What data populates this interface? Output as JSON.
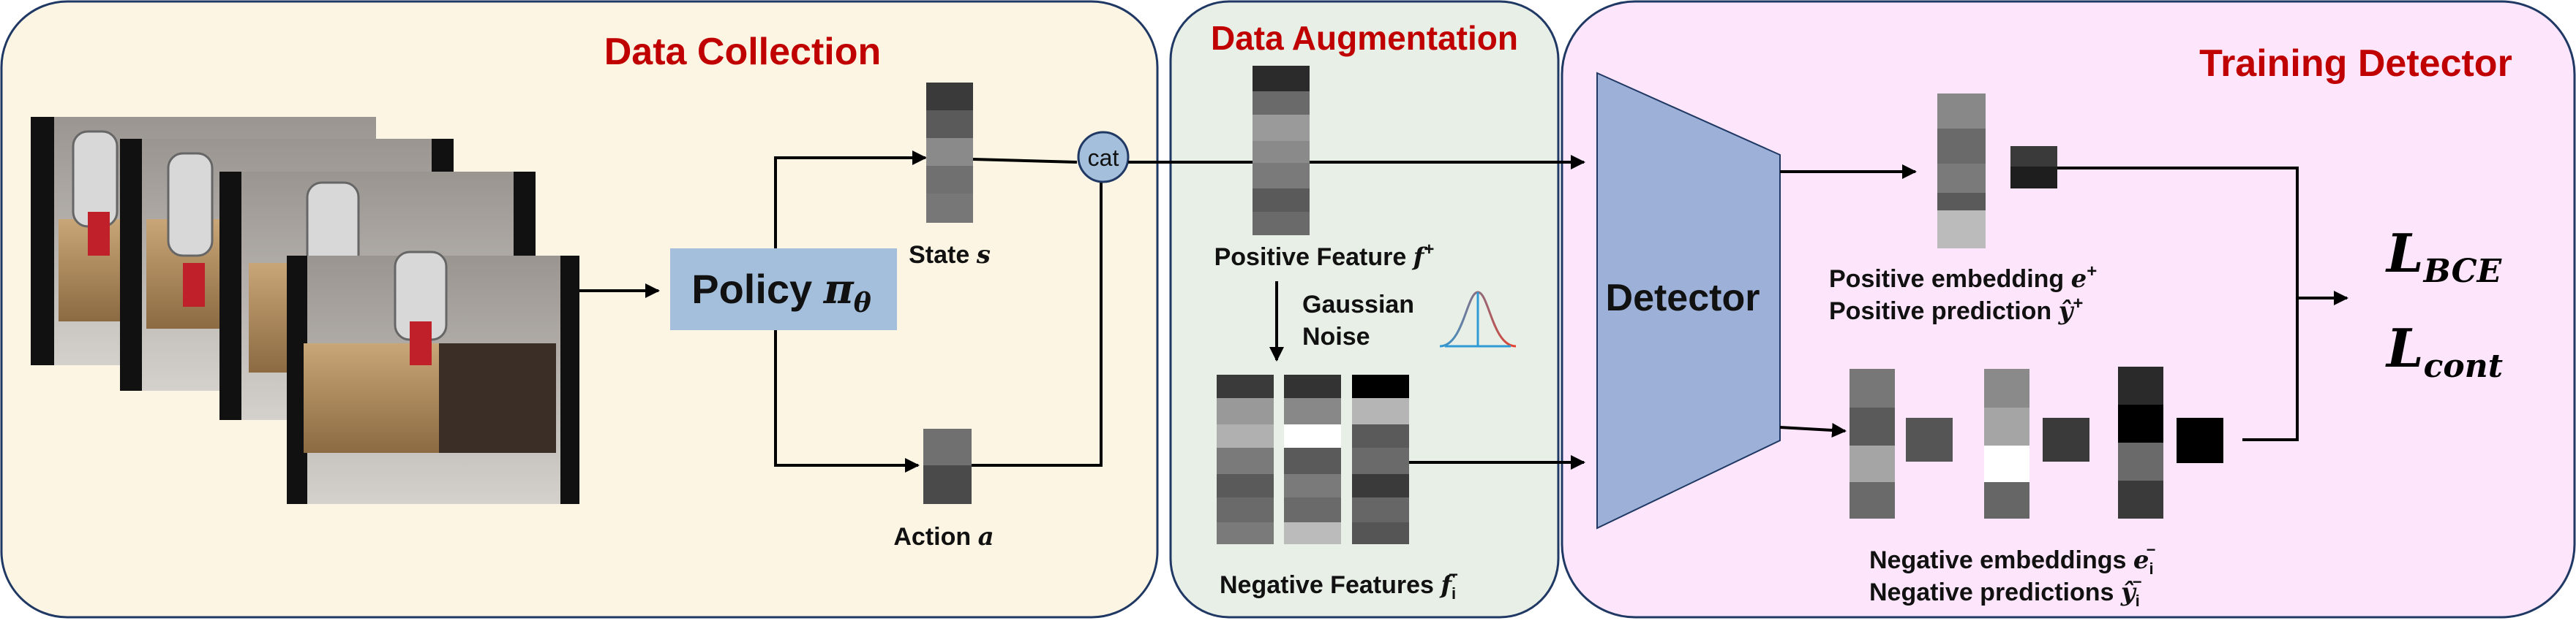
{
  "sections": {
    "collection": {
      "title": "Data Collection"
    },
    "augmentation": {
      "title": "Data Augmentation"
    },
    "training": {
      "title": "Training Detector"
    }
  },
  "policy": {
    "label": "Policy ",
    "symbol": "π",
    "sub": "θ"
  },
  "state": {
    "label": "State ",
    "symbol": "s"
  },
  "action": {
    "label": "Action ",
    "symbol": "a"
  },
  "cat": {
    "label": "cat"
  },
  "positive_feature": {
    "label": "Positive Feature ",
    "symbol": "f",
    "sup": "+"
  },
  "noise": {
    "line1": "Gaussian",
    "line2": "Noise"
  },
  "negative_features": {
    "label": "Negative Features ",
    "symbol": "f",
    "sub": "i",
    "sup": "−"
  },
  "detector": {
    "label": "Detector"
  },
  "positive_text": {
    "line1": "Positive embedding ",
    "line1_sym": "e",
    "line1_sup": "+",
    "line2": "Positive prediction ",
    "line2_sym": "ŷ",
    "line2_sup": "+"
  },
  "negative_text": {
    "line1": "Negative embeddings ",
    "line1_sym": "e",
    "line1_sub": "i",
    "line1_sup": "−",
    "line2": "Negative predictions ",
    "line2_sym": "ŷ",
    "line2_sub": "i",
    "line2_sup": "−"
  },
  "losses": {
    "bce": "L",
    "bce_sub": "BCE",
    "cont": "L",
    "cont_sub": "cont"
  },
  "colors": {
    "collection_bg": "#fdf5e3",
    "augmentation_bg": "#e8efe6",
    "training_bg": "#fde6fb",
    "policy_box": "#a4bfdb",
    "detector": "#9cb0d8",
    "title": "#c00000"
  }
}
